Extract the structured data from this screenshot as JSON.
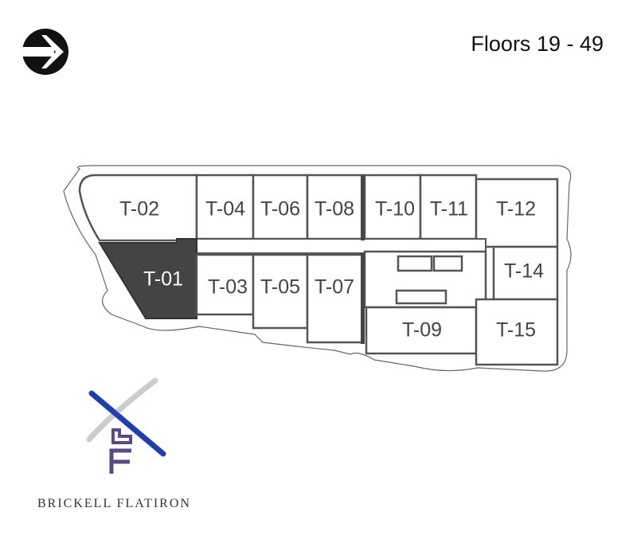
{
  "header": {
    "title": "Floors 19 - 49",
    "compass_icon": "north-arrow-icon"
  },
  "floorplan": {
    "highlighted_unit": "T-01",
    "highlight_color": "#444444",
    "units": [
      "T-01",
      "T-02",
      "T-03",
      "T-04",
      "T-05",
      "T-06",
      "T-07",
      "T-08",
      "T-09",
      "T-10",
      "T-11",
      "T-12",
      "T-14",
      "T-15"
    ]
  },
  "logo": {
    "text": "BRICKELL FLATIRON",
    "monogram": "BF",
    "blue": "#1f3fae",
    "purple": "#5c4a86"
  }
}
